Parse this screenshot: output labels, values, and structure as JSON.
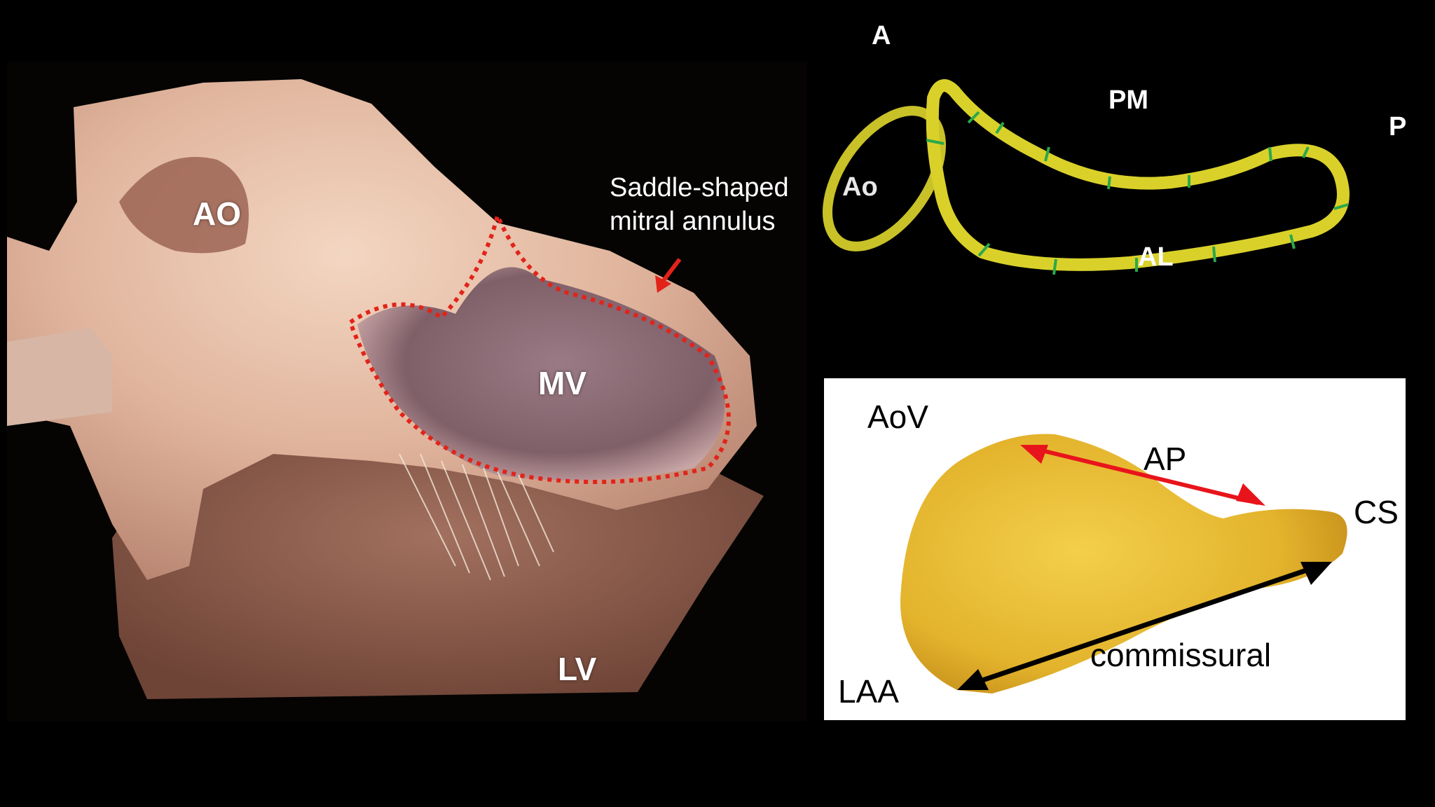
{
  "specimen": {
    "labels": {
      "ao": "AO",
      "mv": "MV",
      "lv": "LV"
    },
    "annotation": {
      "line1": "Saddle-shaped",
      "line2": "mitral annulus"
    },
    "colors": {
      "outline": "#e2231a",
      "arrow": "#e2231a"
    }
  },
  "ring_model": {
    "labels": {
      "a": "A",
      "p": "P",
      "pm": "PM",
      "al": "AL",
      "ao": "Ao"
    },
    "colors": {
      "ring": "#d9d12a",
      "markers": "#2aa84a"
    }
  },
  "chip_model": {
    "labels": {
      "aov": "AoV",
      "ap": "AP",
      "cs": "CS",
      "laa": "LAA",
      "commissural": "commissural"
    },
    "colors": {
      "ap_arrow": "#e8141b",
      "commissural_arrow": "#000000",
      "chip": "#e3b32c"
    }
  }
}
